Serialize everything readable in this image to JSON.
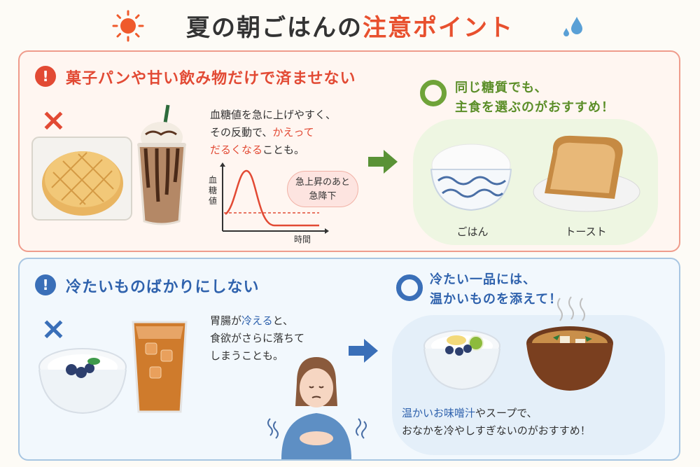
{
  "title": {
    "part1": "夏の朝ごはんの",
    "part2": "注意ポイント"
  },
  "colors": {
    "red": "#e24a34",
    "green": "#6fa339",
    "blue": "#3a6fb8",
    "orange": "#e8502e"
  },
  "section1": {
    "alert": "!",
    "heading": "菓子パンや甘い飲み物だけで済ませない",
    "bad_mark": "×",
    "text_line1": "血糖値を急に上げやすく、",
    "text_line2a": "その反動で、",
    "text_line2b": "かえって",
    "text_line3a": "だるくなる",
    "text_line3b": "ことも。",
    "graph_ylabel": "血糖値",
    "graph_xlabel": "時間",
    "bubble_line1": "急上昇のあと",
    "bubble_line2": "急降下",
    "good_line1": "同じ糖質でも、",
    "good_line2": "主食を選ぶのがおすすめ！",
    "item1": "ごはん",
    "item2": "トースト"
  },
  "section2": {
    "alert": "!",
    "heading": "冷たいものばかりにしない",
    "bad_mark": "×",
    "text_line1a": "胃腸が",
    "text_line1b": "冷える",
    "text_line1c": "と、",
    "text_line2": "食欲がさらに落ちて",
    "text_line3": "しまうことも。",
    "good_line1": "冷たい一品には、",
    "good_line2": "温かいものを添えて！",
    "bottom_line1a": "温かいお味噌汁",
    "bottom_line1b": "やスープで、",
    "bottom_line2": "おなかを冷やしすぎないのがおすすめ！"
  }
}
